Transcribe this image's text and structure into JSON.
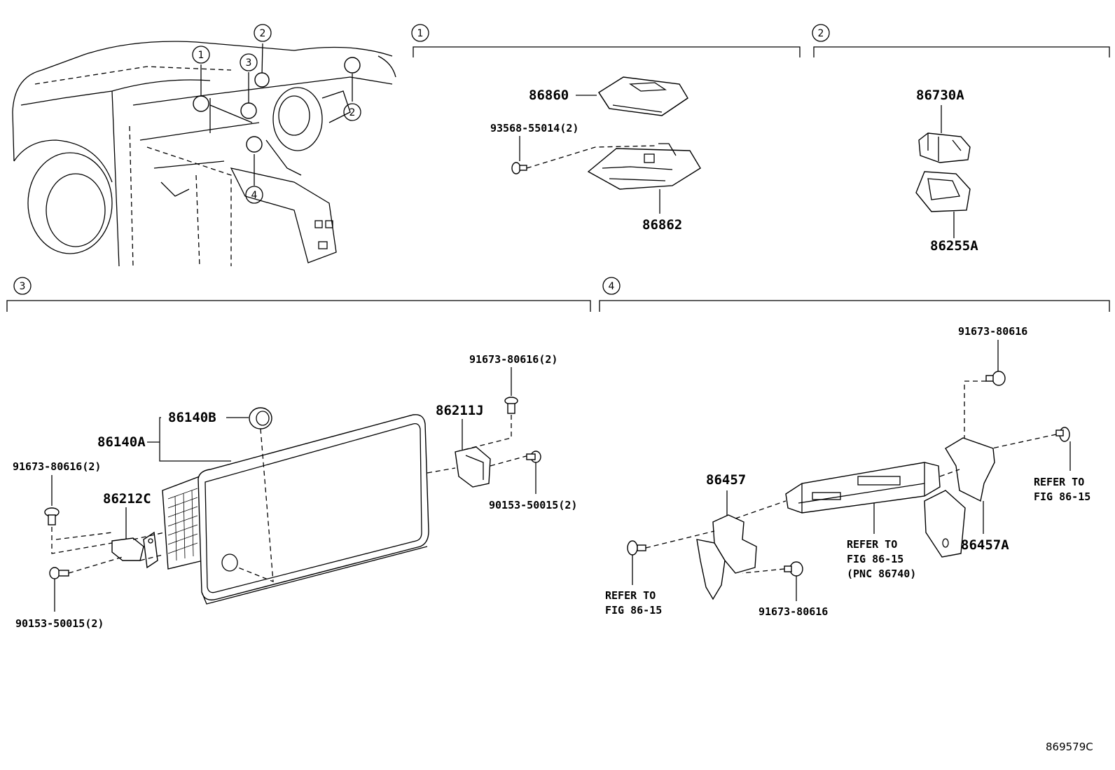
{
  "sections": {
    "s1": {
      "num": "1",
      "parts": {
        "ecu": "86860",
        "bolt": "93568-55014(2)",
        "bracket": "86862"
      }
    },
    "s2": {
      "num": "2",
      "parts": {
        "upper": "86730A",
        "lower": "86255A"
      }
    },
    "s3": {
      "num": "3",
      "parts": {
        "display_b": "86140B",
        "display_a": "86140A",
        "bracket_r": "86211J",
        "screw_top": "91673-80616(2)",
        "screw_right": "90153-50015(2)",
        "screw_left_top": "91673-80616(2)",
        "bracket_l": "86212C",
        "screw_left_bottom": "90153-50015(2)"
      }
    },
    "s4": {
      "num": "4",
      "parts": {
        "bracket_l": "86457",
        "bracket_r": "86457A",
        "nut_top": "91673-80616",
        "nut_bottom": "91673-80616",
        "refer_left_1": "REFER TO",
        "refer_left_2": "FIG 86-15",
        "refer_mid_1": "REFER TO",
        "refer_mid_2": "FIG 86-15",
        "refer_mid_3": "(PNC 86740)",
        "refer_right_1": "REFER TO",
        "refer_right_2": "FIG 86-15"
      }
    }
  },
  "overview_callouts": {
    "c1": "1",
    "c2a": "2",
    "c2b": "2",
    "c3": "3",
    "c4": "4"
  },
  "diagram_id": "869579C"
}
